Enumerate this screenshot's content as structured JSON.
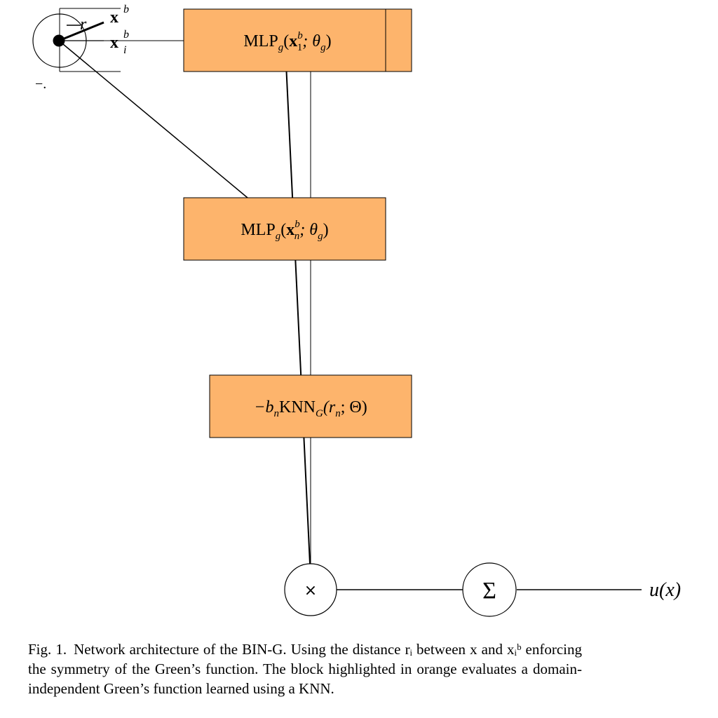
{
  "diagram": {
    "labels": {
      "r": "r",
      "x_top": "x",
      "x_top_sup": "b",
      "x_i": "x",
      "x_i_sup": "b",
      "x_i_sub": "i",
      "minus_dot": "−."
    },
    "blocks": {
      "mlp1": {
        "base": "MLP",
        "sub": "g",
        "arg_open": "(",
        "arg_x": "x",
        "arg_sup": "b",
        "arg_sub": "1",
        "arg_rest": "; θ",
        "arg_rest_sub": "g",
        "arg_close": ")"
      },
      "mlpn": {
        "base": "MLP",
        "sub": "g",
        "arg_open": "(",
        "arg_x": "x",
        "arg_sup": "b",
        "arg_sub": "n",
        "arg_rest": "; θ",
        "arg_rest_sub": "g",
        "arg_close": ")"
      },
      "knn": {
        "lead": "−b",
        "lead_sub": "n",
        "base": "KNN",
        "sub": "G",
        "arg": "(r",
        "arg_sub": "n",
        "arg_rest": "; Θ)"
      }
    },
    "nodes": {
      "multiply": "×",
      "sum": "Σ",
      "output": "u(x)"
    },
    "colors": {
      "block_fill": "#fdb46c",
      "stroke": "#000000"
    }
  },
  "caption": {
    "fig": "Fig. 1.",
    "text": "Network architecture of the BIN-G. Using the distance rᵢ between x and xᵢᵇ enforcing the symmetry of the Green’s function. The block highlighted in orange evaluates a domain-independent Green’s function learned using a KNN."
  }
}
